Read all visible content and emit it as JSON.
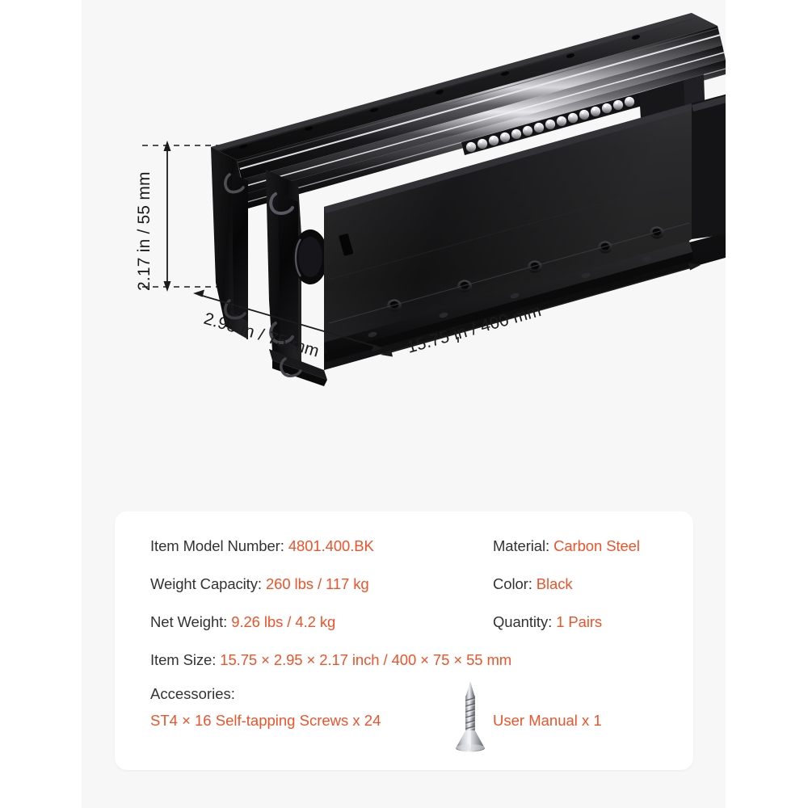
{
  "theme": {
    "accent_color": "#f0522a",
    "text_color": "#333333",
    "panel_bg": "#f7f7f7",
    "card_bg": "#ffffff",
    "product_color": "#111111"
  },
  "product_image": {
    "name": "black-drawer-slide-3d-render",
    "description": "Black carbon steel ball-bearing drawer slide shown at an angle with dimension callouts",
    "dimension_callouts": [
      {
        "name": "height",
        "label": "2.17 in / 55 mm",
        "orientation": "vertical"
      },
      {
        "name": "depth",
        "label": "2.95 in / 75 mm",
        "orientation": "diagonal-down"
      },
      {
        "name": "length",
        "label": "15.75 in / 400 mm",
        "orientation": "diagonal-up"
      }
    ]
  },
  "spec_card": {
    "rows": [
      {
        "left": {
          "label": "Item Model Number:",
          "value": "4801.400.BK"
        },
        "right": {
          "label": "Material:",
          "value": "Carbon Steel"
        }
      },
      {
        "left": {
          "label": "Weight Capacity:",
          "value": "260 lbs / 117 kg"
        },
        "right": {
          "label": "Color:",
          "value": "Black"
        }
      },
      {
        "left": {
          "label": "Net Weight:",
          "value": "9.26 lbs / 4.2 kg"
        },
        "right": {
          "label": "Quantity:",
          "value": "1 Pairs"
        }
      }
    ],
    "item_size": {
      "label": "Item Size:",
      "value": "15.75 × 2.95 × 2.17 inch / 400 × 75 × 55 mm"
    },
    "accessories": {
      "label": "Accessories:",
      "screws": "ST4 × 16 Self-tapping Screws x 24",
      "manual": "User Manual x 1",
      "icon": "screw-icon"
    }
  }
}
